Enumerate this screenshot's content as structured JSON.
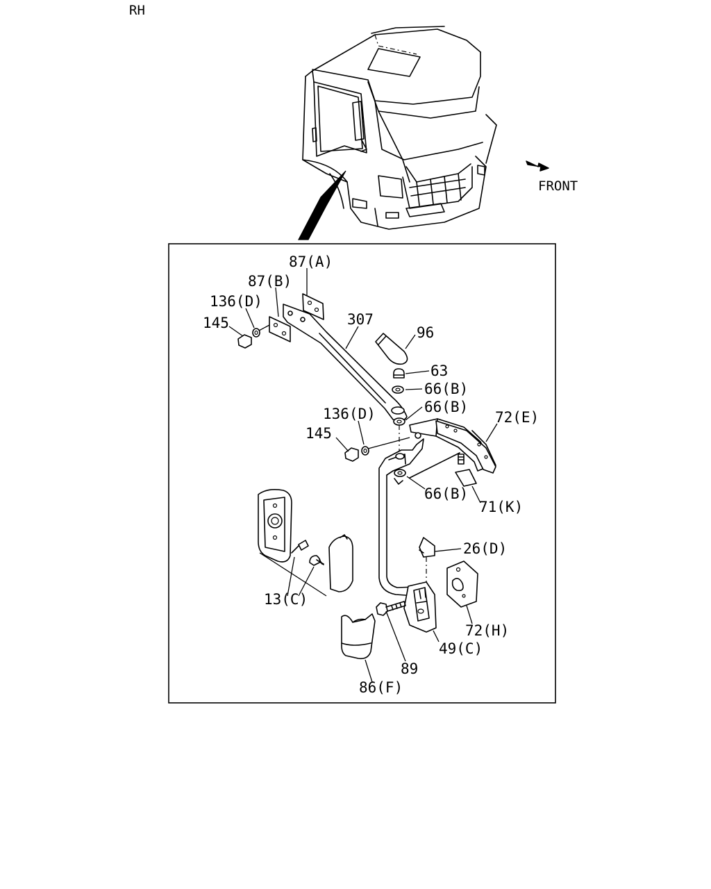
{
  "header": {
    "side": "RH"
  },
  "direction": {
    "label": "FRONT"
  },
  "parts": {
    "p87a": "87(A)",
    "p87b": "87(B)",
    "p136d_top": "136(D)",
    "p145_top": "145",
    "p307": "307",
    "p96": "96",
    "p63": "63",
    "p66b_1": "66(B)",
    "p66b_2": "66(B)",
    "p72e": "72(E)",
    "p136d_mid": "136(D)",
    "p145_mid": "145",
    "p66b_3": "66(B)",
    "p71k": "71(K)",
    "p26d": "26(D)",
    "p13c": "13(C)",
    "p72h": "72(H)",
    "p49c": "49(C)",
    "p89": "89",
    "p86f": "86(F)"
  }
}
